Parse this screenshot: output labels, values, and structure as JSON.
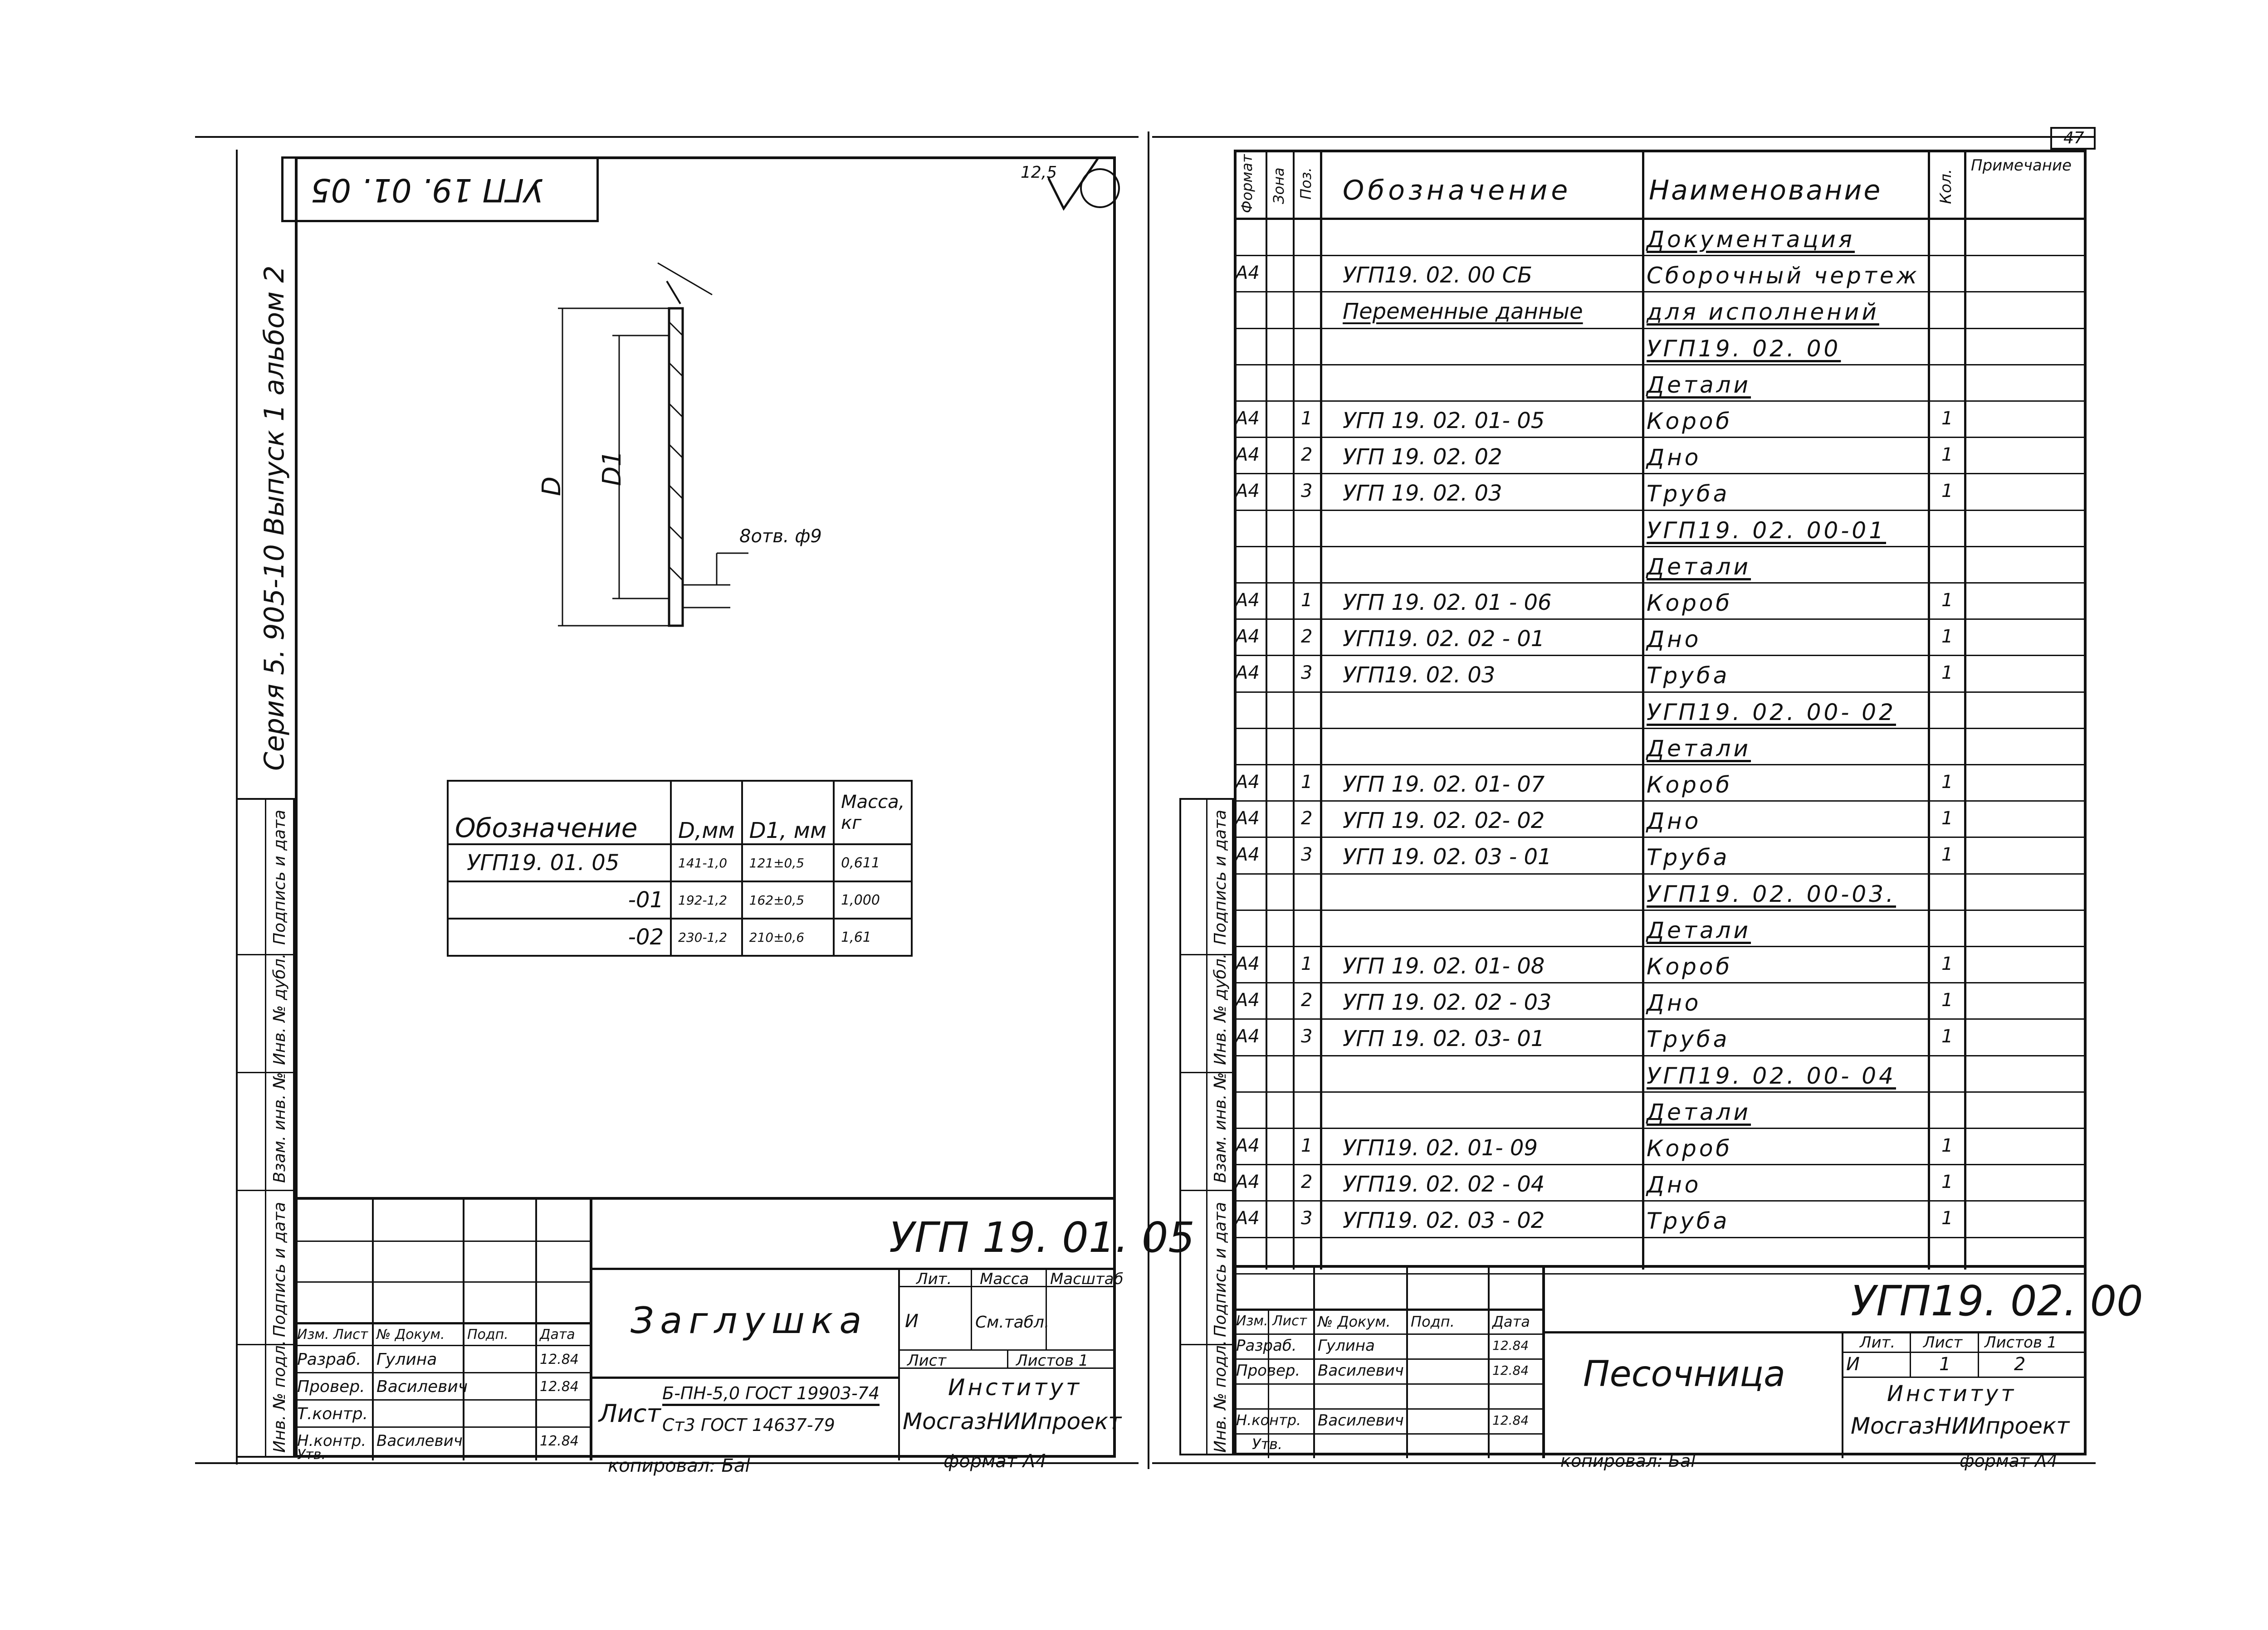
{
  "left_sheet": {
    "corner_stamp": "УГП 19. 01. 05",
    "roughness": "12,5",
    "series_text": "Серия 5. 905-10 Выпуск 1 альбом 2",
    "dim_D": "D",
    "dim_D1": "D1",
    "hole_note": "8отв. ф9",
    "table": {
      "headers": [
        "Обозначение",
        "D,мм",
        "D1, мм",
        "Масса, кг"
      ],
      "rows": [
        [
          "УГП19. 01. 05",
          "141-1,0",
          "121±0,5",
          "0,611"
        ],
        [
          "-01",
          "192-1,2",
          "162±0,5",
          "1,000"
        ],
        [
          "-02",
          "230-1,2",
          "210±0,6",
          "1,61"
        ]
      ]
    },
    "side_labels": [
      "Подпись и дата",
      "Инв. № дубл.",
      "Взам. инв. №",
      "Подпись и дата",
      "Инв. № подл."
    ],
    "title_block": {
      "code": "УГП 19. 01. 05",
      "name": "Заглушка",
      "lit_label": "Лит.",
      "mass_label": "Масса",
      "scale_label": "Масштаб",
      "lit_value": "И",
      "mass_value": "См.табл.",
      "sheet_label": "Лист",
      "sheets_label": "Листов 1",
      "institute": "Институт",
      "org": "МосгазНИИпроект",
      "material_line1": "Б-ПН-5,0 ГОСТ 19903-74",
      "material_line2": "Ст3 ГОСТ 14637-79",
      "material_prefix": "Лист",
      "rows": [
        {
          "role": "Изм. Лист",
          "name": "№ Докум.",
          "sign": "Подп.",
          "date": "Дата"
        },
        {
          "role": "Разраб.",
          "name": "Гулина",
          "sign": "",
          "date": "12.84"
        },
        {
          "role": "Провер.",
          "name": "Василевич",
          "sign": "",
          "date": "12.84"
        },
        {
          "role": "Т.контр.",
          "name": "",
          "sign": "",
          "date": ""
        },
        {
          "role": "Н.контр.",
          "name": "Василевич",
          "sign": "",
          "date": "12.84"
        },
        {
          "role": "Утв.",
          "name": "",
          "sign": "",
          "date": ""
        }
      ]
    },
    "copied": "копировал: Баl",
    "format": "формат А4"
  },
  "right_sheet": {
    "page_number": "47",
    "headers": [
      "Формат",
      "Зона",
      "Поз.",
      "Обозначение",
      "Наименование",
      "Кол.",
      "Примечание"
    ],
    "rows": [
      {
        "fmt": "",
        "pos": "",
        "code": "",
        "name": "Документация",
        "qty": "",
        "u": true
      },
      {
        "fmt": "А4",
        "pos": "",
        "code": "УГП19. 02. 00 СБ",
        "name": "Сборочный чертеж",
        "qty": "",
        "u": false
      },
      {
        "fmt": "",
        "pos": "",
        "code": "Переменные данные",
        "name": "для исполнений",
        "qty": "",
        "u": true
      },
      {
        "fmt": "",
        "pos": "",
        "code": "",
        "name": "УГП19. 02. 00",
        "qty": "",
        "u": true
      },
      {
        "fmt": "",
        "pos": "",
        "code": "",
        "name": "Детали",
        "qty": "",
        "u": true
      },
      {
        "fmt": "А4",
        "pos": "1",
        "code": "УГП 19. 02. 01- 05",
        "name": "Короб",
        "qty": "1",
        "u": false
      },
      {
        "fmt": "А4",
        "pos": "2",
        "code": "УГП 19. 02. 02",
        "name": "Дно",
        "qty": "1",
        "u": false
      },
      {
        "fmt": "А4",
        "pos": "3",
        "code": "УГП 19. 02. 03",
        "name": "Труба",
        "qty": "1",
        "u": false
      },
      {
        "fmt": "",
        "pos": "",
        "code": "",
        "name": "УГП19. 02. 00-01",
        "qty": "",
        "u": true
      },
      {
        "fmt": "",
        "pos": "",
        "code": "",
        "name": "Детали",
        "qty": "",
        "u": true
      },
      {
        "fmt": "А4",
        "pos": "1",
        "code": "УГП 19. 02. 01 - 06",
        "name": "Короб",
        "qty": "1",
        "u": false
      },
      {
        "fmt": "А4",
        "pos": "2",
        "code": "УГП19. 02. 02 - 01",
        "name": "Дно",
        "qty": "1",
        "u": false
      },
      {
        "fmt": "А4",
        "pos": "3",
        "code": "УГП19. 02. 03",
        "name": "Труба",
        "qty": "1",
        "u": false
      },
      {
        "fmt": "",
        "pos": "",
        "code": "",
        "name": "УГП19. 02. 00- 02",
        "qty": "",
        "u": true
      },
      {
        "fmt": "",
        "pos": "",
        "code": "",
        "name": "Детали",
        "qty": "",
        "u": true
      },
      {
        "fmt": "А4",
        "pos": "1",
        "code": "УГП 19. 02. 01- 07",
        "name": "Короб",
        "qty": "1",
        "u": false
      },
      {
        "fmt": "А4",
        "pos": "2",
        "code": "УГП 19. 02. 02- 02",
        "name": "Дно",
        "qty": "1",
        "u": false
      },
      {
        "fmt": "А4",
        "pos": "3",
        "code": "УГП 19. 02. 03 - 01",
        "name": "Труба",
        "qty": "1",
        "u": false
      },
      {
        "fmt": "",
        "pos": "",
        "code": "",
        "name": "УГП19. 02. 00-03.",
        "qty": "",
        "u": true
      },
      {
        "fmt": "",
        "pos": "",
        "code": "",
        "name": "Детали",
        "qty": "",
        "u": true
      },
      {
        "fmt": "А4",
        "pos": "1",
        "code": "УГП 19. 02. 01- 08",
        "name": "Короб",
        "qty": "1",
        "u": false
      },
      {
        "fmt": "А4",
        "pos": "2",
        "code": "УГП 19. 02. 02 - 03",
        "name": "Дно",
        "qty": "1",
        "u": false
      },
      {
        "fmt": "А4",
        "pos": "3",
        "code": "УГП 19. 02. 03- 01",
        "name": "Труба",
        "qty": "1",
        "u": false
      },
      {
        "fmt": "",
        "pos": "",
        "code": "",
        "name": "УГП19. 02. 00- 04",
        "qty": "",
        "u": true
      },
      {
        "fmt": "",
        "pos": "",
        "code": "",
        "name": "Детали",
        "qty": "",
        "u": true
      },
      {
        "fmt": "А4",
        "pos": "1",
        "code": "УГП19. 02. 01- 09",
        "name": "Короб",
        "qty": "1",
        "u": false
      },
      {
        "fmt": "А4",
        "pos": "2",
        "code": "УГП19. 02. 02 - 04",
        "name": "Дно",
        "qty": "1",
        "u": false
      },
      {
        "fmt": "А4",
        "pos": "3",
        "code": "УГП19. 02. 03 - 02",
        "name": "Труба",
        "qty": "1",
        "u": false
      },
      {
        "fmt": "",
        "pos": "",
        "code": "",
        "name": "",
        "qty": "",
        "u": false
      }
    ],
    "side_labels": [
      "Подпись и дата",
      "Инв. № дубл.",
      "Взам. инв. №",
      "Подпись и дата",
      "Инв. № подл."
    ],
    "title_block": {
      "code": "УГП19. 02. 00",
      "name": "Песочница",
      "lit_label": "Лит.",
      "sheet_label": "Лист",
      "sheets_label": "Листов 1",
      "lit_value": "И",
      "sheet_value": "1",
      "sheets_value": "2",
      "institute": "Институт",
      "org": "МосгазНИИпроект",
      "rows": [
        {
          "role": "Изм. Лист",
          "name": "№ Докум.",
          "sign": "Подп.",
          "date": "Дата"
        },
        {
          "role": "Разраб.",
          "name": "Гулина",
          "sign": "",
          "date": "12.84"
        },
        {
          "role": "Провер.",
          "name": "Василевич",
          "sign": "",
          "date": "12.84"
        },
        {
          "role": "",
          "name": "",
          "sign": "",
          "date": ""
        },
        {
          "role": "Н.контр.",
          "name": "Василевич",
          "sign": "",
          "date": "12.84"
        },
        {
          "role": "Утв.",
          "name": "",
          "sign": "",
          "date": ""
        }
      ]
    },
    "copied": "копировал: Баl",
    "format": "формат А4"
  }
}
